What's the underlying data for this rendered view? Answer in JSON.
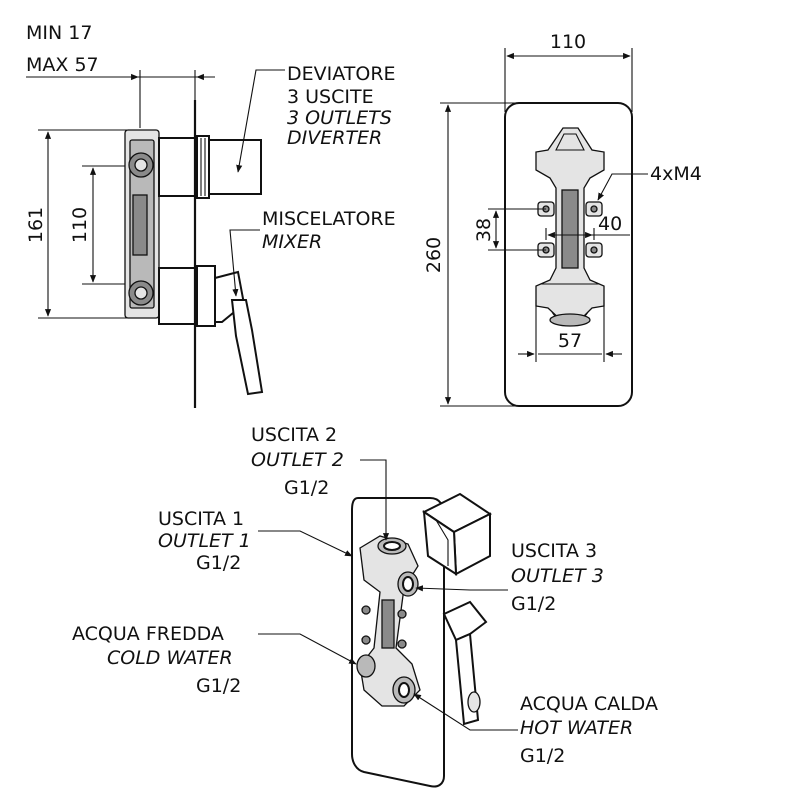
{
  "side_view": {
    "min_label": "MIN 17",
    "max_label": "MAX 57",
    "dim_height_outer": "161",
    "dim_height_inner": "110",
    "diverter": {
      "it_1": "DEVIATORE",
      "it_2": "3 USCITE",
      "en_1": "3 OUTLETS",
      "en_2": "DIVERTER"
    },
    "mixer": {
      "it": "MISCELATORE",
      "en": "MIXER"
    }
  },
  "front_view": {
    "dim_width": "110",
    "dim_height": "260",
    "dim_38": "38",
    "dim_40": "40",
    "dim_57": "57",
    "screws": "4xM4"
  },
  "iso_view": {
    "outlet2": {
      "it": "USCITA 2",
      "en": "OUTLET 2",
      "size": "G1/2"
    },
    "outlet1": {
      "it": "USCITA 1",
      "en": "OUTLET 1",
      "size": "G1/2"
    },
    "outlet3": {
      "it": "USCITA 3",
      "en": "OUTLET 3",
      "size": "G1/2"
    },
    "cold": {
      "it": "ACQUA FREDDA",
      "en": "COLD WATER",
      "size": "G1/2"
    },
    "hot": {
      "it": "ACQUA CALDA",
      "en": "HOT WATER",
      "size": "G1/2"
    }
  }
}
